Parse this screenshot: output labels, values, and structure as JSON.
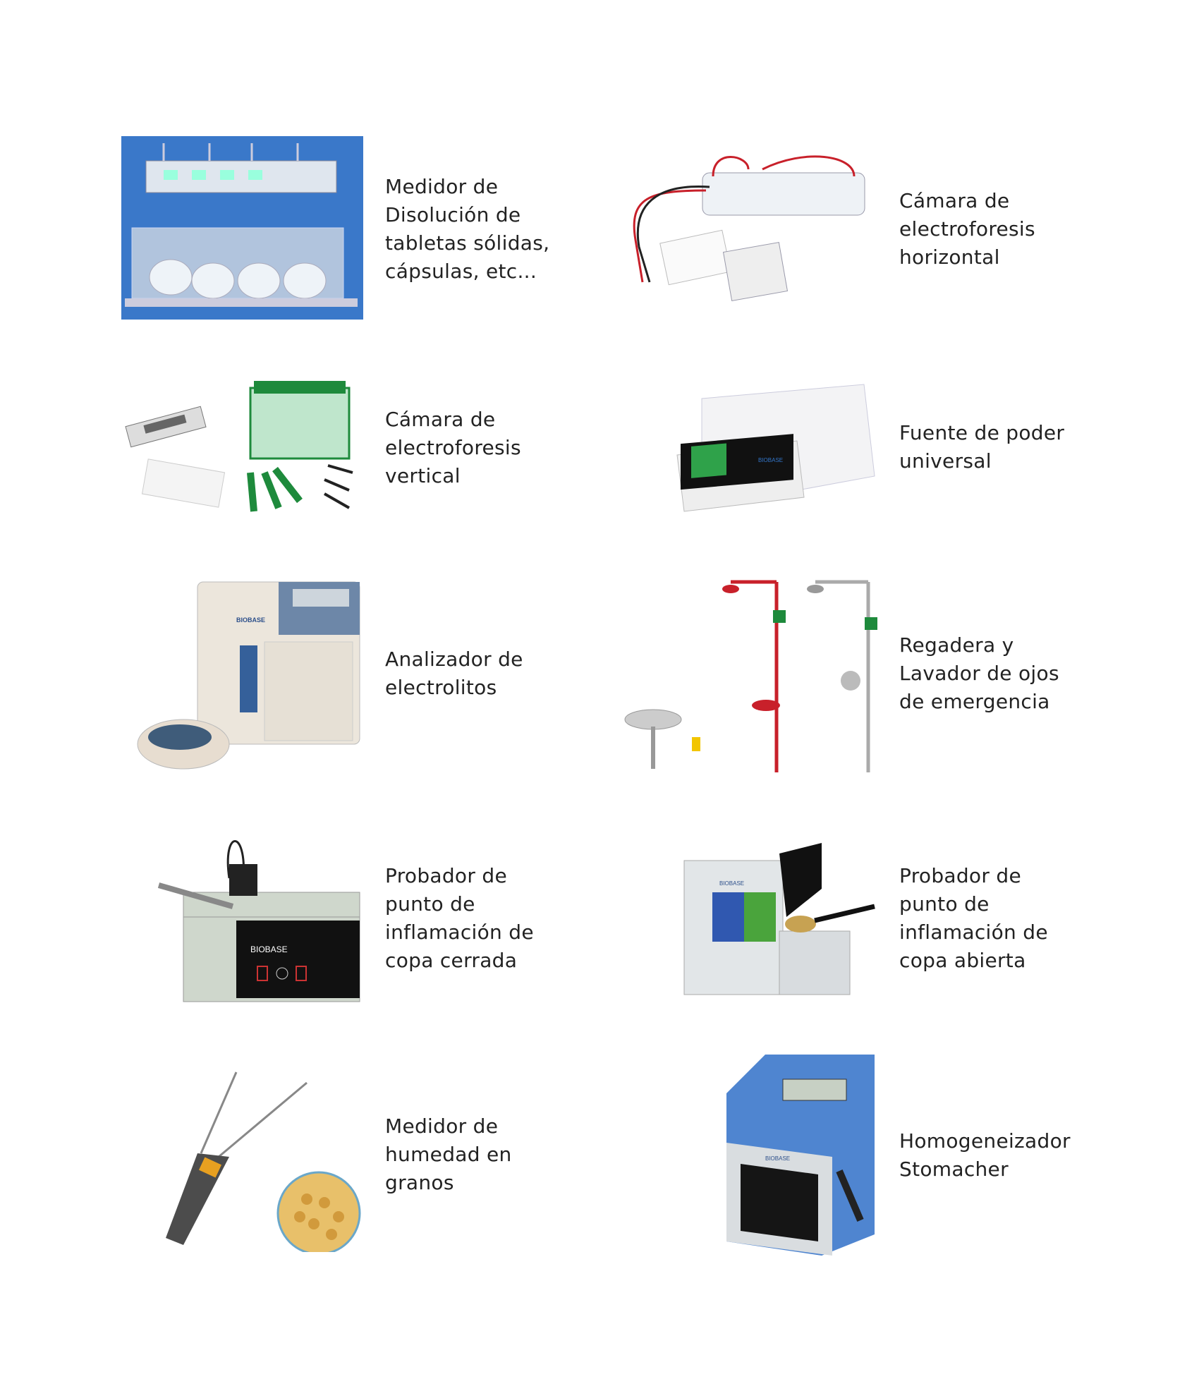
{
  "items": [
    {
      "caption": "Medidor de\nDisolución de\ntabletas sólidas,\ncápsulas, etc..."
    },
    {
      "caption": "Cámara de\nelectroforesis\nhorizontal"
    },
    {
      "caption": "Cámara de\nelectroforesis\nvertical"
    },
    {
      "caption": "Fuente de poder\nuniversal"
    },
    {
      "caption": "Analizador de\nelectrolitos"
    },
    {
      "caption": "Regadera y\nLavador de ojos\nde emergencia"
    },
    {
      "caption": "Probador de\npunto de\ninflamación de\ncopa cerrada"
    },
    {
      "caption": "Probador de\npunto de\ninflamación de\ncopa abierta"
    },
    {
      "caption": "Medidor de\nhumedad en\ngranos"
    },
    {
      "caption": "Homogeneizador\nStomacher"
    }
  ],
  "brand_logo": "BIOBASE",
  "colors": {
    "blue_bg": "#3a78c9",
    "red": "#c8202a",
    "green": "#1e8a3c"
  }
}
